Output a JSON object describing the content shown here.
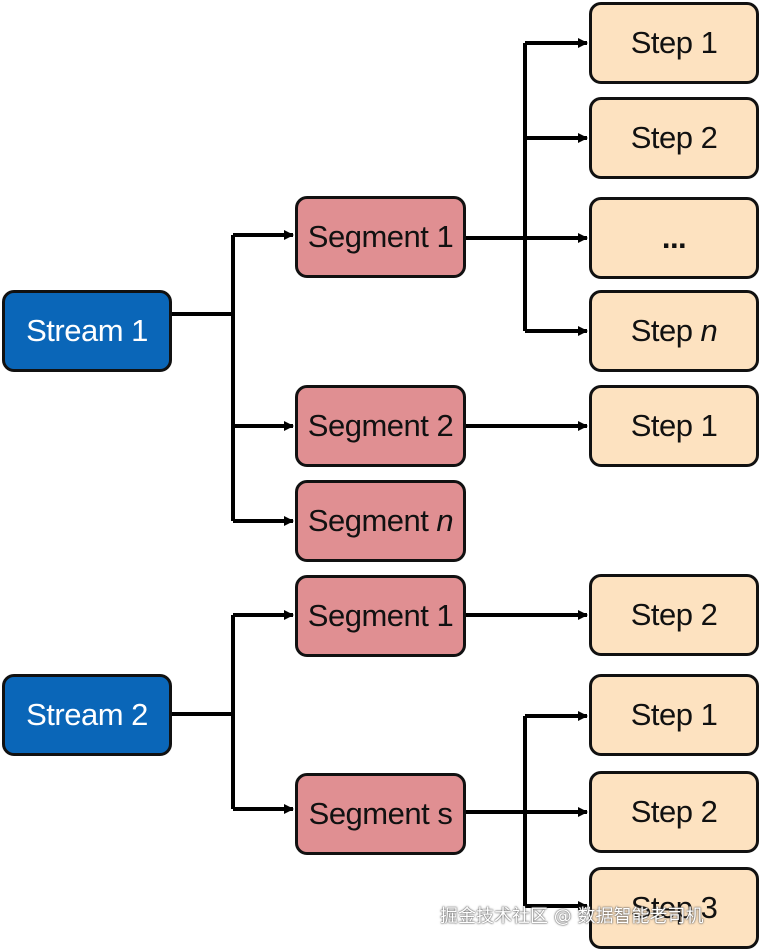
{
  "streams": [
    {
      "label": "Stream 1"
    },
    {
      "label": "Stream 2"
    }
  ],
  "segments": [
    {
      "label": "Segment 1"
    },
    {
      "label": "Segment 2"
    },
    {
      "label": "Segment",
      "var": "n"
    },
    {
      "label": "Segment 1"
    },
    {
      "label": "Segment s"
    }
  ],
  "steps": [
    {
      "label": "Step 1"
    },
    {
      "label": "Step 2"
    },
    {
      "label": "..."
    },
    {
      "label": "Step",
      "var": "n"
    },
    {
      "label": "Step 1"
    },
    {
      "label": "Step 2"
    },
    {
      "label": "Step 1"
    },
    {
      "label": "Step 2"
    },
    {
      "label": "Step 3"
    }
  ],
  "watermark": "掘金技术社区 @ 数据智能老司机"
}
